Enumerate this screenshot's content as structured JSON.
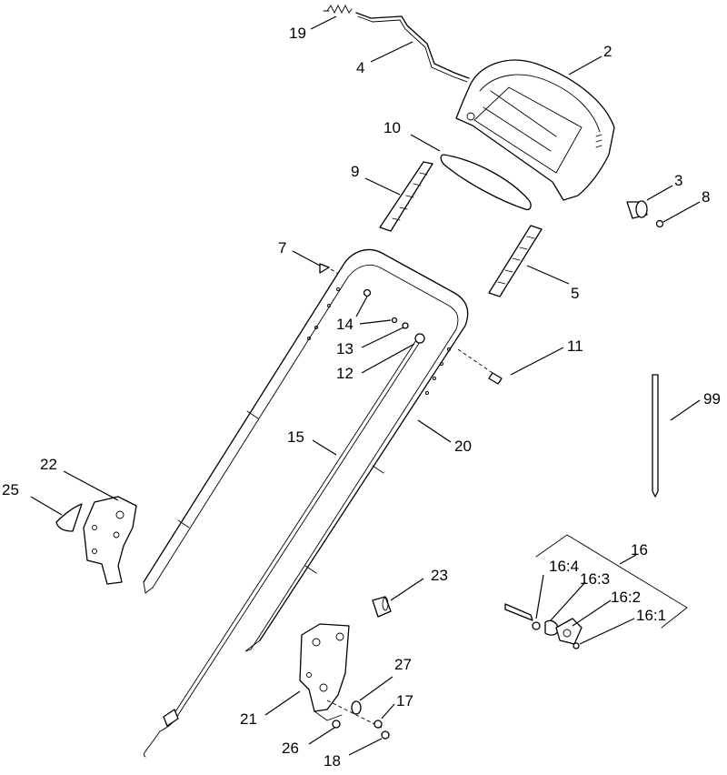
{
  "labels": {
    "l19": "19",
    "l4": "4",
    "l2": "2",
    "l10": "10",
    "l9": "9",
    "l3": "3",
    "l8": "8",
    "l7": "7",
    "l5": "5",
    "l14": "14",
    "l13": "13",
    "l12": "12",
    "l11": "11",
    "l99": "99",
    "l15": "15",
    "l20": "20",
    "l22": "22",
    "l25": "25",
    "l16": "16",
    "l16_4": "16:4",
    "l16_3": "16:3",
    "l16_2": "16:2",
    "l16_1": "16:1",
    "l23": "23",
    "l27": "27",
    "l21": "21",
    "l17": "17",
    "l26": "26",
    "l18": "18"
  }
}
